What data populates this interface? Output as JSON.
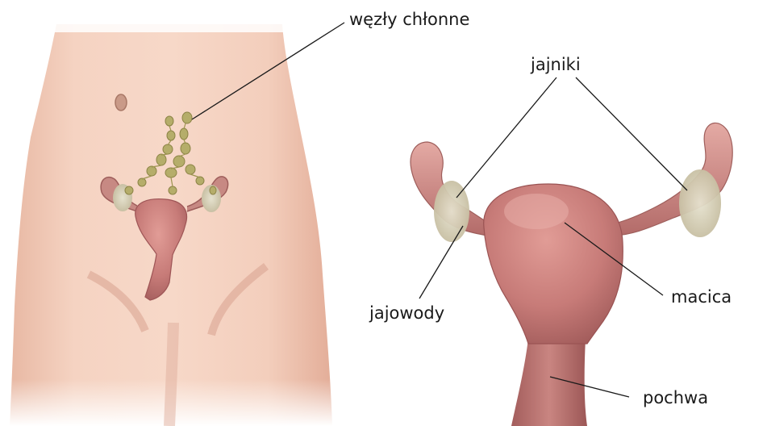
{
  "labels": {
    "lymph_nodes": "węzły chłonne",
    "ovaries": "jajniki",
    "fallopian_tubes": "jajowody",
    "uterus": "macica",
    "vagina": "pochwa"
  },
  "colors": {
    "skin": "#f2cbb8",
    "skin_shadow": "#d9a892",
    "uterus": "#c77b78",
    "uterus_dark": "#9e5556",
    "ovary": "#d9d4bf",
    "lymph_node": "#b5ad6a",
    "leader_line": "#1a1a1a"
  }
}
